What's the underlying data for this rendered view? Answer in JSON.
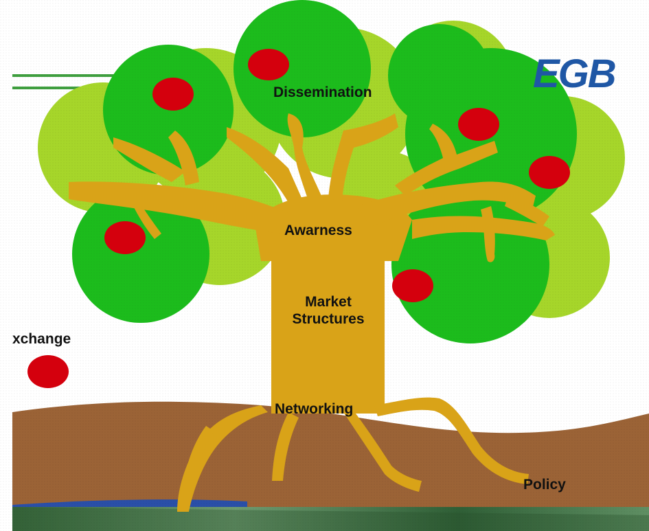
{
  "diagram": {
    "logo_text": "EGB",
    "labels": {
      "dissemination": "Dissemination",
      "awareness": "Awarness",
      "market_line1": "Market",
      "market_line2": "Structures",
      "networking": "Networking",
      "policy": "Policy",
      "exchange": "xchange"
    },
    "colors": {
      "leaf_dark": "#1cbc1c",
      "leaf_light": "#a6d62a",
      "trunk": "#d9a318",
      "ground": "#9b6336",
      "apple": "#d4000d",
      "accent_lines": "#3f9f3f",
      "logo": "#1f57a5",
      "water": "#2a4fa8"
    }
  }
}
